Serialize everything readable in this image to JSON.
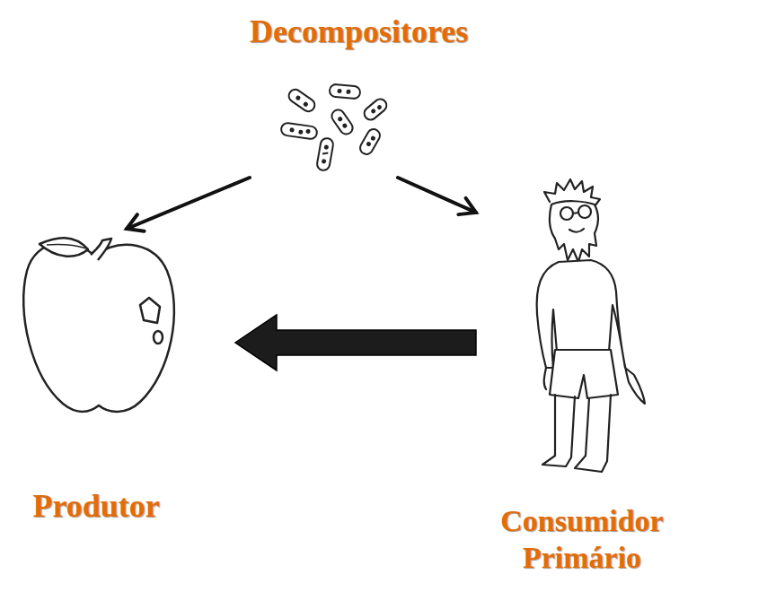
{
  "diagram": {
    "nodes": [
      {
        "text": [
          "Decompositores"
        ]
      },
      {
        "text": [
          "Produtor"
        ]
      },
      {
        "text": [
          "Consumidor Primário"
        ]
      }
    ],
    "edges": [
      {
        "from": 0,
        "to": 1,
        "arrow": "to"
      },
      {
        "from": 0,
        "to": 2,
        "arrow": "to"
      },
      {
        "from": 2,
        "to": 1,
        "arrow": "to"
      }
    ]
  }
}
